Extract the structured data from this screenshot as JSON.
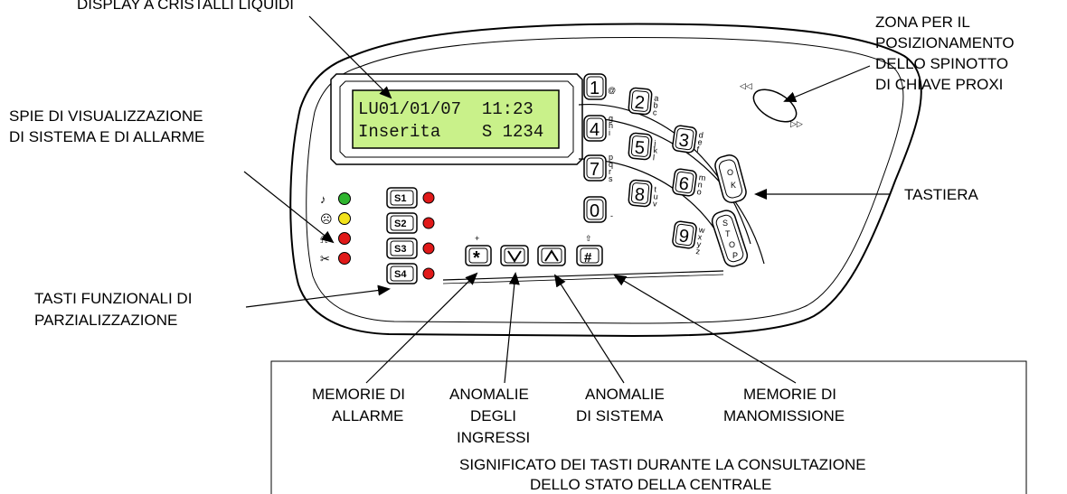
{
  "labels": {
    "display": "DISPLAY A CRISTALLI LIQUIDI",
    "spie": [
      "SPIE DI VISUALIZZAZIONE",
      "DI SISTEMA E DI ALLARME"
    ],
    "zona": [
      "ZONA PER IL",
      "POSIZIONAMENTO",
      "DELLO SPINOTTO",
      "DI CHIAVE PROXI"
    ],
    "tastiera": "TASTIERA",
    "tasti_funzionali": [
      "TASTI FUNZIONALI DI",
      "PARZIALIZZAZIONE"
    ],
    "memorie_allarme": [
      "MEMORIE DI",
      "ALLARME"
    ],
    "anomalie_ingressi": [
      "ANOMALIE",
      "DEGLI",
      "INGRESSI"
    ],
    "anomalie_sistema": [
      "ANOMALIE",
      "DI SISTEMA"
    ],
    "memorie_manomissione": [
      "MEMORIE DI",
      "MANOMISSIONE"
    ],
    "significato": [
      "SIGNIFICATO DEI TASTI DURANTE LA CONSULTAZIONE",
      "DELLO STATO DELLA CENTRALE"
    ]
  },
  "lcd": {
    "line1": "LU01/01/07  11:23",
    "line2": "Inserita    S 1234"
  },
  "keypad": {
    "keys": [
      {
        "digit": "1",
        "letters": "@"
      },
      {
        "digit": "2",
        "letters": "abc"
      },
      {
        "digit": "3",
        "letters": "def"
      },
      {
        "digit": "4",
        "letters": "ghi"
      },
      {
        "digit": "5",
        "letters": "jkl"
      },
      {
        "digit": "6",
        "letters": "mno"
      },
      {
        "digit": "7",
        "letters": "pqrs"
      },
      {
        "digit": "8",
        "letters": "tuv"
      },
      {
        "digit": "9",
        "letters": "wxyz"
      },
      {
        "digit": "0",
        "letters": "-"
      }
    ],
    "ok_letters": [
      "O",
      "K"
    ],
    "stop_letters": [
      "S",
      "T",
      "O",
      "P"
    ]
  },
  "function_keys": [
    "S1",
    "S2",
    "S3",
    "S4"
  ],
  "nav_keys": {
    "star": "*",
    "star_top": "+",
    "hash": "#",
    "hash_top": "⇧"
  },
  "leds": {
    "status": [
      {
        "icon": "bell-hand-icon",
        "color": "#2fb52f"
      },
      {
        "icon": "sad-face-icon",
        "color": "#f2e21a"
      },
      {
        "icon": "bell-icon",
        "color": "#e01919"
      },
      {
        "icon": "scissors-icon",
        "color": "#e01919"
      }
    ],
    "function_color": "#e01919",
    "lcd_color": "#c9f18a"
  }
}
